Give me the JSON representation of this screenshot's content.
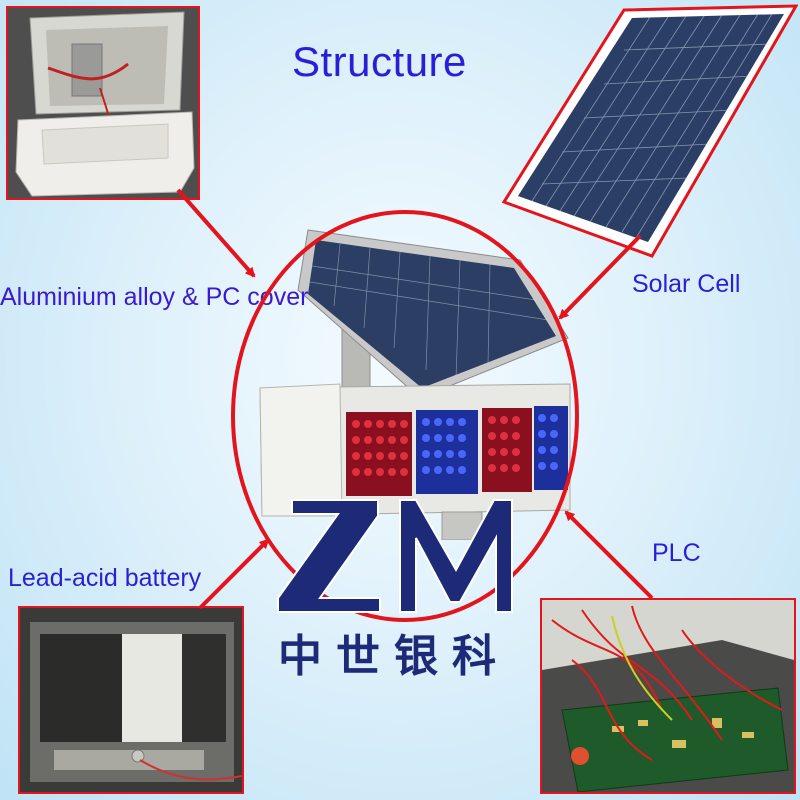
{
  "title": "Structure",
  "labels": {
    "cover": "Aluminium alloy & PC cover",
    "solar": "Solar Cell",
    "battery": "Lead-acid battery",
    "plc": "PLC"
  },
  "logo": {
    "letters": "ZM",
    "chinese": "中世银科"
  },
  "colors": {
    "text": "#2a1fd6",
    "callout_red": "#e4141c",
    "logo_blue": "#1d2a78",
    "led_red": "#c8102e",
    "led_blue": "#1f3bd6"
  }
}
